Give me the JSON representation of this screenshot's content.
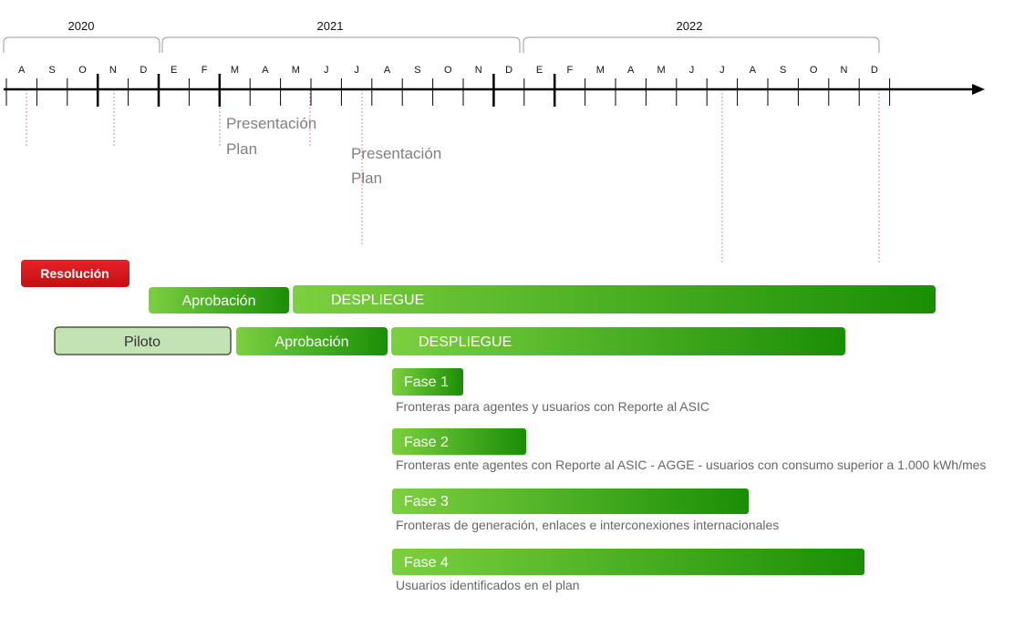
{
  "colors": {
    "axis": "#000000",
    "bracket": "#999999",
    "month_text": "#111111",
    "year_text": "#111111",
    "dotted_marker": "#e08a8a",
    "annotation_text": "#808080",
    "green_start": "#7cd040",
    "green_end": "#1a8e06",
    "piloto_fill": "#c3e3b5",
    "piloto_border": "#4a5a40",
    "resolucion_start": "#e8222a",
    "resolucion_end": "#c40f0f",
    "phase_desc_text": "#666666"
  },
  "years": [
    {
      "label": "2020"
    },
    {
      "label": "2021"
    },
    {
      "label": "2022"
    }
  ],
  "months": [
    "A",
    "S",
    "O",
    "N",
    "D",
    "E",
    "F",
    "M",
    "A",
    "M",
    "J",
    "J",
    "A",
    "S",
    "O",
    "N",
    "D",
    "E",
    "F",
    "M",
    "A",
    "M",
    "J",
    "J",
    "A",
    "S",
    "O",
    "N",
    "D"
  ],
  "annotations": [
    {
      "line1": "Presentación",
      "line2": "Plan"
    },
    {
      "line1": "Presentación",
      "line2": "Plan"
    }
  ],
  "bars": {
    "resolucion": "Resolución",
    "aprobacion1": "Aprobación",
    "despliegue1": "DESPLIEGUE",
    "piloto": "Piloto",
    "aprobacion2": "Aprobación",
    "despliegue2": "DESPLIEGUE"
  },
  "phases": [
    {
      "label": "Fase 1",
      "desc": "Fronteras para agentes y usuarios con Reporte al ASIC"
    },
    {
      "label": "Fase 2",
      "desc": "Fronteras ente agentes con Reporte al ASIC - AGGE - usuarios con consumo superior a 1.000 kWh/mes"
    },
    {
      "label": "Fase 3",
      "desc": "Fronteras de generación, enlaces e interconexiones internacionales"
    },
    {
      "label": "Fase 4",
      "desc": "Usuarios identificados en el plan"
    }
  ]
}
